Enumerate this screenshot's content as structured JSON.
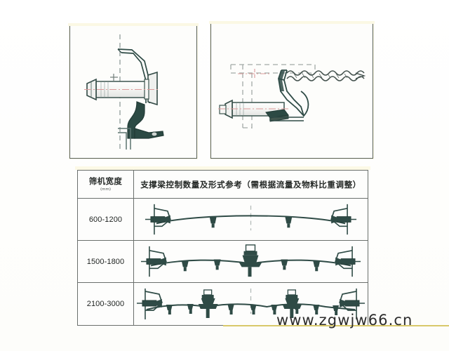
{
  "document": {
    "kind": "scanned-product-catalog-page",
    "watermark": "www.zgwjw66.cn"
  },
  "panels": [
    {
      "id": "panel-left",
      "name": "bolt-clamp-front-view",
      "caption": ""
    },
    {
      "id": "panel-right",
      "name": "bolt-hook-side-view",
      "caption": ""
    }
  ],
  "table": {
    "header": {
      "width_label": "筛机宽度",
      "width_unit": "(mm)",
      "description": "支撑梁控制数量及形式参考（需根据流量及物料比重调整）"
    },
    "rows": [
      {
        "width": "600-1200",
        "small_supports": 2,
        "large_supports": 0,
        "centerline": true
      },
      {
        "width": "1500-1800",
        "small_supports": 4,
        "large_supports": 1,
        "centerline": false
      },
      {
        "width": "2100-3000",
        "small_supports": 8,
        "large_supports": 2,
        "centerline": true
      }
    ]
  },
  "colors": {
    "ink": "#2f4b46",
    "ink_light": "#5d7470",
    "centerline_red": "#d98b8b",
    "centerline_gray": "#9aa3a0",
    "border": "#6a6f6c",
    "paper": "#fdfdfc",
    "watermark": "#2c2c2c",
    "watermark_rule": "#d9c96b"
  }
}
